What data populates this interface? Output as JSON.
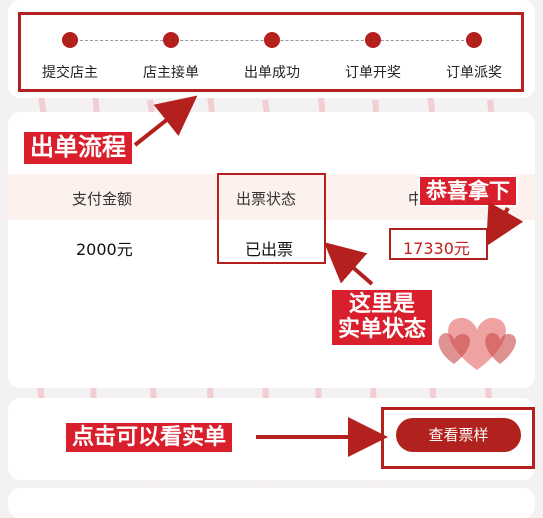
{
  "steps": [
    "提交店主",
    "店主接单",
    "出单成功",
    "订单开奖",
    "订单派奖"
  ],
  "columns": {
    "pay_label": "支付金额",
    "pay_value": "2000元",
    "status_label": "出票状态",
    "status_value": "已出票",
    "prize_label": "中",
    "prize_value": "17330元"
  },
  "callouts": {
    "process": "出单流程",
    "congrats": "恭喜拿下",
    "status_here": "这里是\n实单状态",
    "view_here": "点击可以看实单"
  },
  "button": {
    "view_ticket": "查看票样"
  },
  "colors": {
    "accent": "#b3201e",
    "callout": "#d81f2b"
  }
}
